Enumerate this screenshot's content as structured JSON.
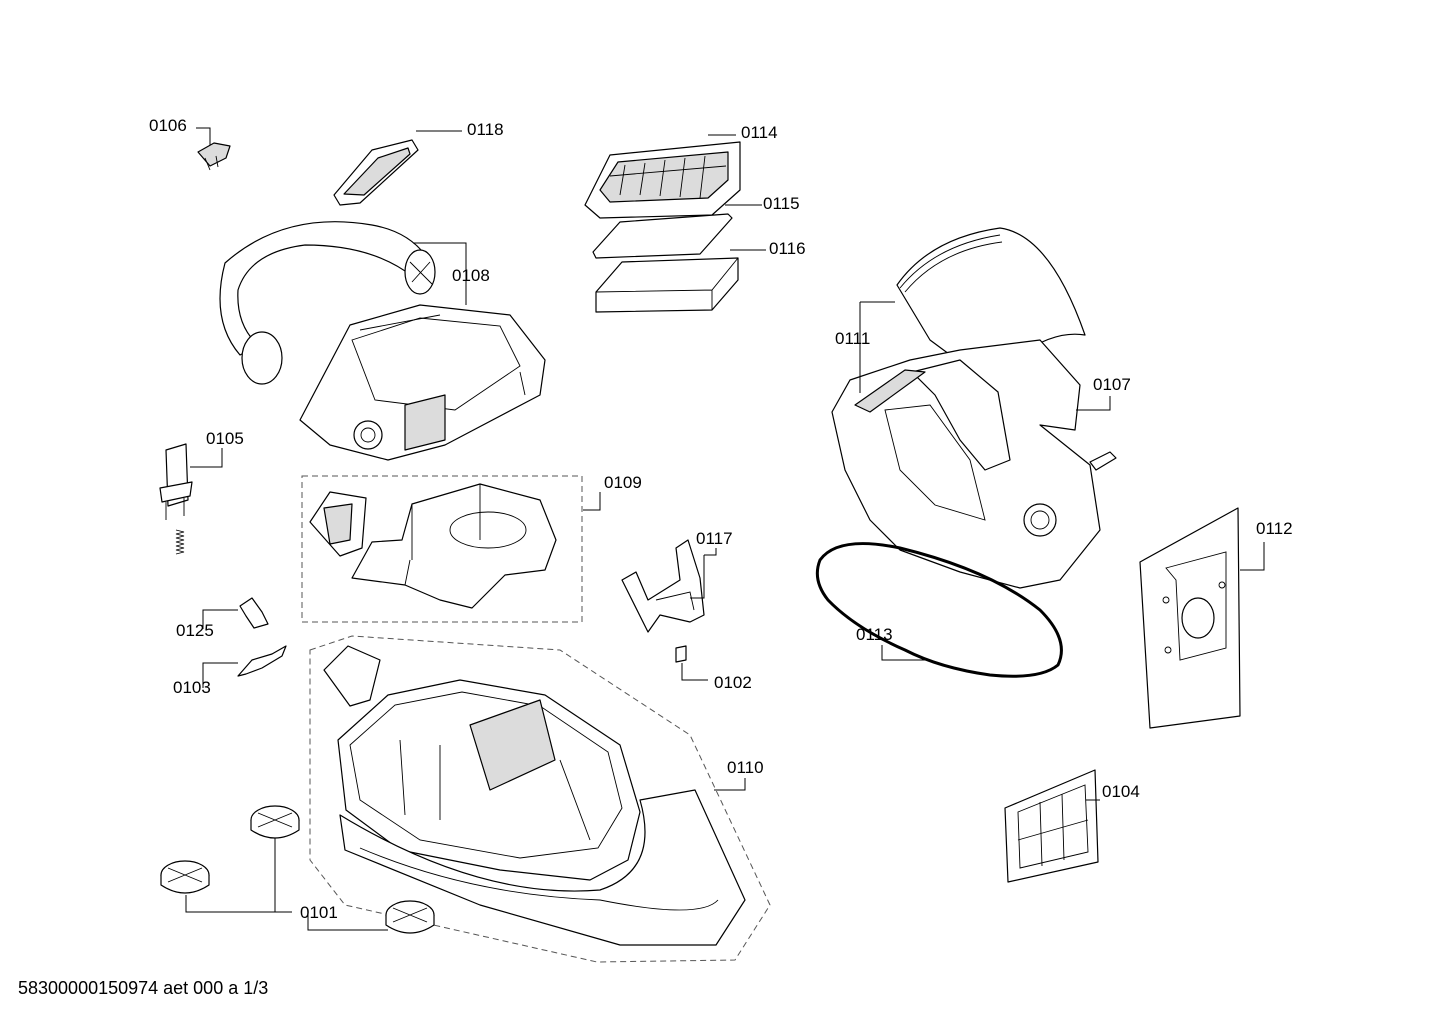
{
  "document": {
    "code": "58300000150974 aet 000 a 1/3"
  },
  "callouts": {
    "p0101": "0101",
    "p0102": "0102",
    "p0103": "0103",
    "p0104": "0104",
    "p0105": "0105",
    "p0106": "0106",
    "p0107": "0107",
    "p0108": "0108",
    "p0109": "0109",
    "p0110": "0110",
    "p0111": "0111",
    "p0112": "0112",
    "p0113": "0113",
    "p0114": "0114",
    "p0115": "0115",
    "p0116": "0116",
    "p0117": "0117",
    "p0118": "0118",
    "p0125": "0125"
  }
}
